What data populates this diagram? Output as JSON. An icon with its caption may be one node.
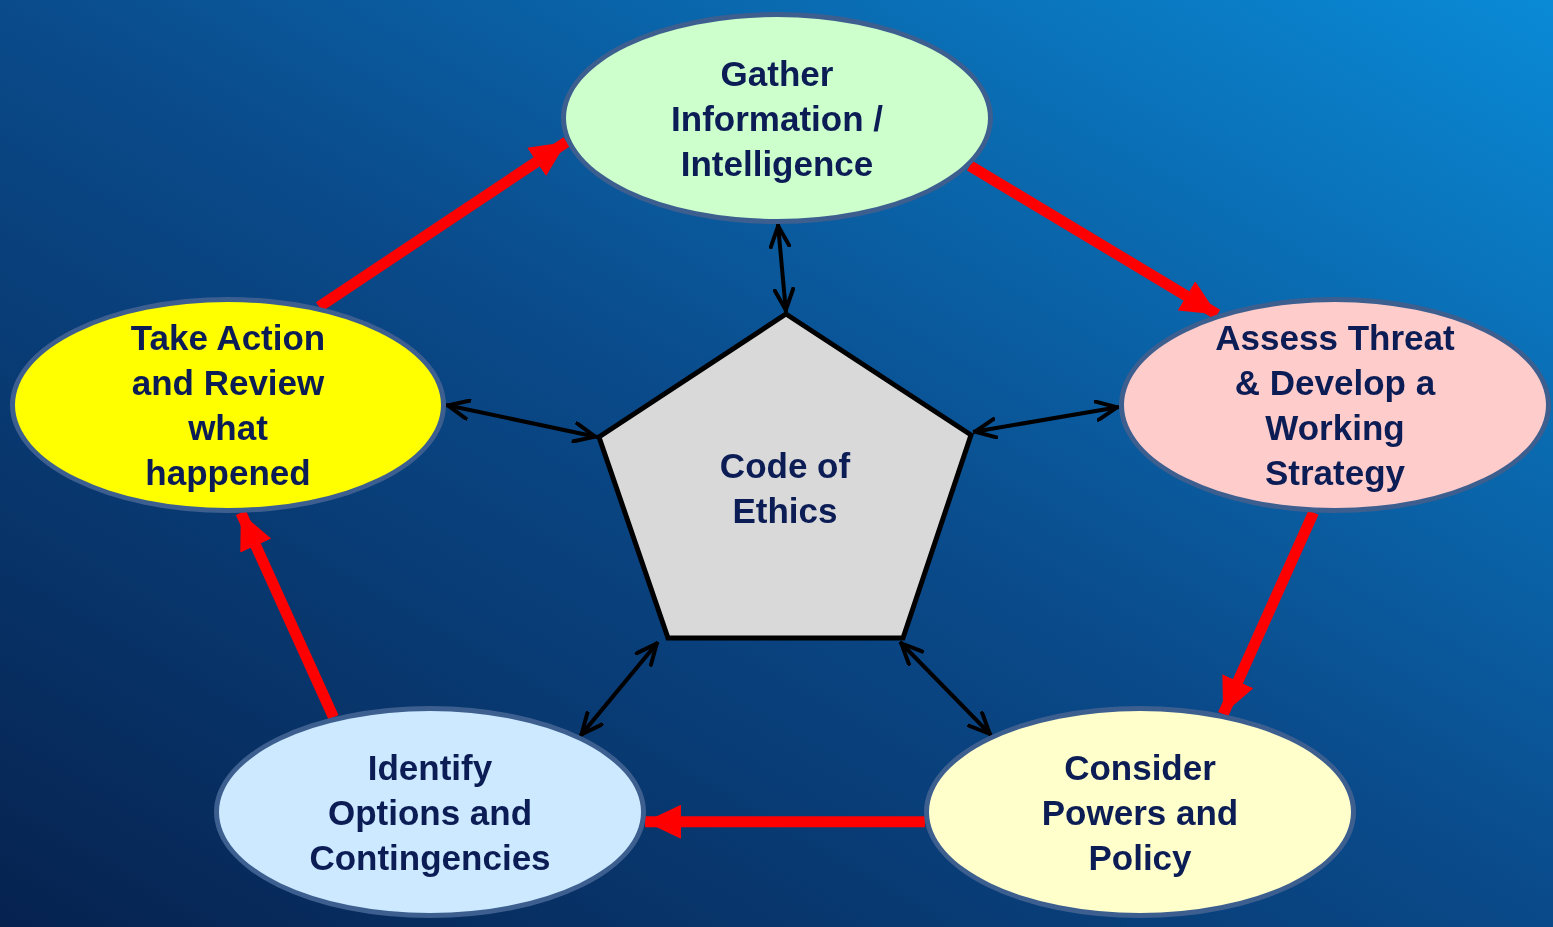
{
  "diagram": {
    "nodes": [
      {
        "text": [
          "Gather Information / Intelligence"
        ]
      },
      {
        "text": [
          "Assess Threat & Develop a Working Strategy"
        ]
      },
      {
        "text": [
          "Consider Powers and Policy"
        ]
      },
      {
        "text": [
          "Identify Options and Contingencies"
        ]
      },
      {
        "text": [
          "Take Action and Review what happened"
        ]
      },
      {
        "text": [
          "Code of Ethics"
        ]
      }
    ],
    "edges": [
      {
        "from": 0,
        "to": 1,
        "arrow": "to",
        "style": "thick",
        "color": "#ff0000"
      },
      {
        "from": 1,
        "to": 2,
        "arrow": "to",
        "style": "thick",
        "color": "#ff0000"
      },
      {
        "from": 2,
        "to": 3,
        "arrow": "to",
        "style": "thick",
        "color": "#ff0000"
      },
      {
        "from": 3,
        "to": 4,
        "arrow": "to",
        "style": "thick",
        "color": "#ff0000"
      },
      {
        "from": 4,
        "to": 0,
        "arrow": "to",
        "style": "thick",
        "color": "#ff0000"
      },
      {
        "from": 5,
        "to": 0,
        "arrow": "both",
        "color": "#000000"
      },
      {
        "from": 5,
        "to": 1,
        "arrow": "both",
        "color": "#000000"
      },
      {
        "from": 5,
        "to": 2,
        "arrow": "both",
        "color": "#000000"
      },
      {
        "from": 5,
        "to": 3,
        "arrow": "both",
        "color": "#000000"
      },
      {
        "from": 5,
        "to": 4,
        "arrow": "both",
        "color": "#000000"
      }
    ]
  }
}
